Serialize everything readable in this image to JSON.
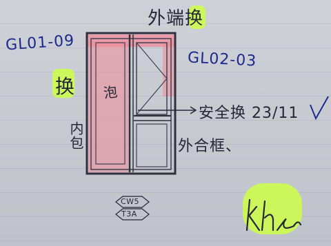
{
  "annotations": {
    "left_code": "GL01-09",
    "right_code": "GL02-03",
    "top_label": "外端换",
    "left_mark": "换",
    "inner_label": "内包",
    "panel_note": "泡",
    "safety_note": "安全换 23/11",
    "frame_note": "外合框、",
    "check_mark": "✓"
  },
  "stamp": {
    "line1": "CW5",
    "line2": "T3A"
  },
  "colors": {
    "highlight": "#cdff46",
    "ink_blue": "#1b2a8c",
    "red_marker": "#f08a98"
  }
}
